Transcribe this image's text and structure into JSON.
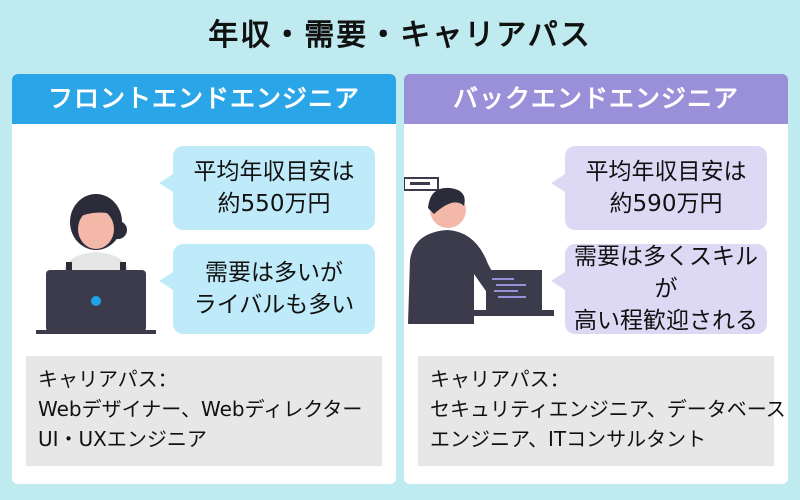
{
  "title": "年収・需要・キャリアパス",
  "colors": {
    "background": "#bfeaf0",
    "frontend_header": "#2aa6e8",
    "backend_header": "#9a8fd9",
    "frontend_bubble": "#bfeaf9",
    "backend_bubble": "#ddd9f5",
    "career_box": "#e7e7e7"
  },
  "frontend": {
    "header": "フロントエンドエンジニア",
    "salary_lines": [
      "平均年収目安は",
      "約550万円"
    ],
    "demand_lines": [
      "需要は多いが",
      "ライバルも多い"
    ],
    "career_label": "キャリアパス：",
    "career_lines": [
      "Webデザイナー、Webディレクター",
      "UI・UXエンジニア"
    ],
    "illustration": "woman-with-laptop"
  },
  "backend": {
    "header": "バックエンドエンジニア",
    "salary_lines": [
      "平均年収目安は",
      "約590万円"
    ],
    "demand_lines": [
      "需要は多くスキルが",
      "高い程歓迎される"
    ],
    "career_label": "キャリアパス：",
    "career_lines": [
      "セキュリティエンジニア、データベース",
      "エンジニア、ITコンサルタント"
    ],
    "illustration": "man-coding-at-desk"
  }
}
